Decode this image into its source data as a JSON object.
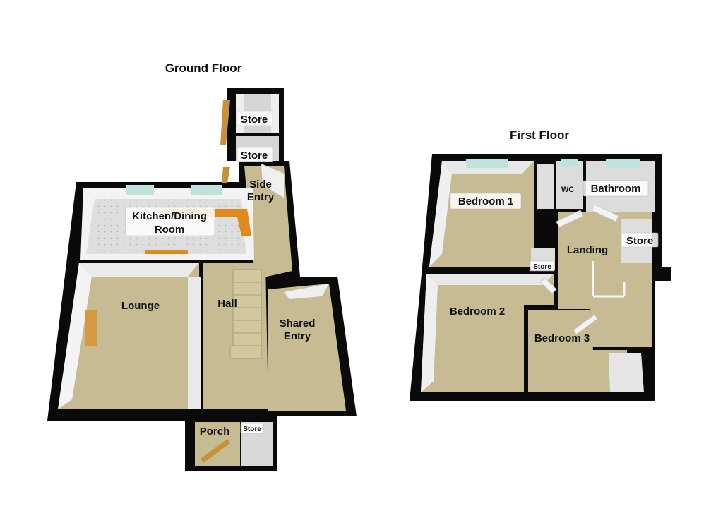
{
  "floors": [
    {
      "title": "Ground Floor",
      "rooms": [
        "Store",
        "Store",
        "Side",
        "Entry",
        "Kitchen/Dining",
        "Room",
        "Lounge",
        "Hall",
        "Shared",
        "Entry",
        "Porch",
        "Store"
      ]
    },
    {
      "title": "First Floor",
      "rooms": [
        "Bedroom 1",
        "WC",
        "Bathroom",
        "Store",
        "Landing",
        "Store",
        "Bedroom 2",
        "Bedroom 3"
      ]
    }
  ],
  "colors": {
    "wall": "#0a0a0a",
    "carpet": "#c7bb93",
    "tile": "#dcdcdc",
    "inner_wall": "#f2f2f2",
    "door": "#c7913a",
    "counter": "#e08a1e",
    "window": "#bfe3dc"
  }
}
